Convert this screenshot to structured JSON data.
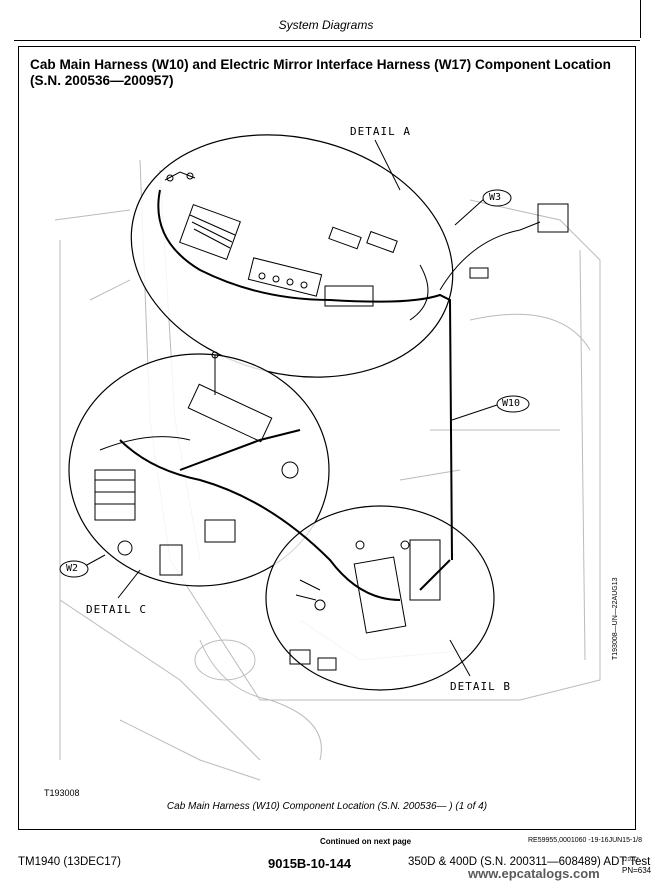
{
  "header": {
    "section": "System Diagrams"
  },
  "title": "Cab Main Harness (W10) and Electric Mirror Interface Harness (W17) Component Location (S.N. 200536—200957)",
  "diagram": {
    "details": {
      "a": "DETAIL A",
      "b": "DETAIL B",
      "c": "DETAIL C"
    },
    "callouts": {
      "w3": "W3",
      "w10": "W10",
      "w2": "W2"
    },
    "figure_id": "T193008",
    "side_code": "T193008—UN—22AUG13",
    "caption": "Cab Main Harness (W10) Component Location (S.N. 200536— ) (1 of 4)"
  },
  "continued": "Continued on next page",
  "ref_code": "RE59955,0001060 -19-16JUN15-1/8",
  "footer": {
    "left": "TM1940 (13DEC17)",
    "center": "9015B-10-144",
    "right": "350D & 400D (S.N. 200311—608489) ADT Test",
    "small1": "121017",
    "small2": "PN=634"
  },
  "watermark": "www.epcatalogs.com"
}
